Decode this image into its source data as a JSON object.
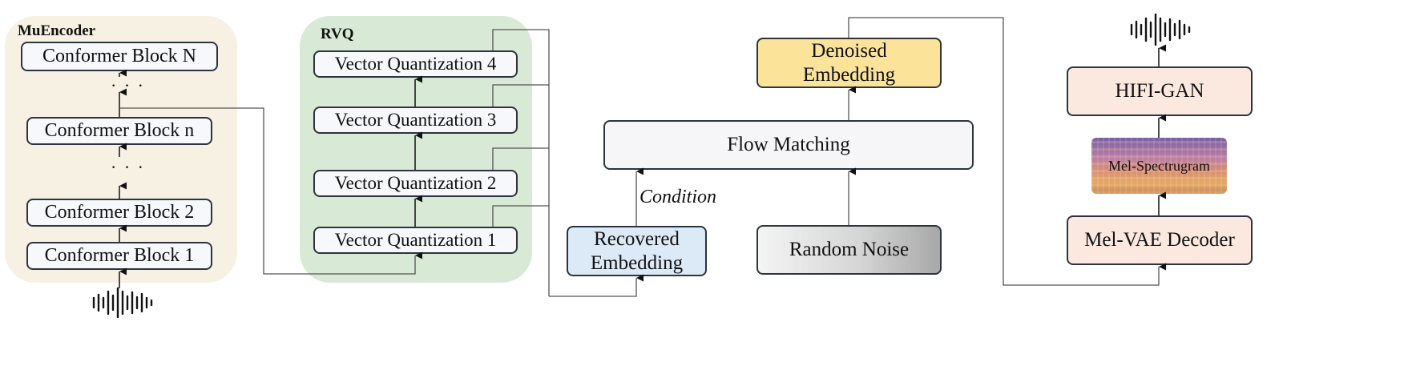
{
  "muencoder": {
    "title": "MuEncoder",
    "blocks": [
      "Conformer Block N",
      "Conformer Block n",
      "Conformer Block 2",
      "Conformer Block 1"
    ],
    "dots": "· · ·"
  },
  "rvq": {
    "title": "RVQ",
    "blocks": [
      "Vector Quantization 4",
      "Vector Quantization 3",
      "Vector Quantization 2",
      "Vector Quantization 1"
    ]
  },
  "flow": {
    "recovered_embedding": "Recovered Embedding",
    "condition_label": "Condition",
    "flow_matching": "Flow Matching",
    "random_noise": "Random Noise",
    "denoised_embedding": "Denoised Embedding"
  },
  "vocoder": {
    "mel_vae_decoder": "Mel-VAE Decoder",
    "mel_spectrogram": "Mel-Spectrugram",
    "hifi_gan": "HIFI-GAN"
  },
  "colors": {
    "muencoder_bg": "#f7f1e4",
    "rvq_bg": "#d8e9d6",
    "recovered_bg": "#dce9f6",
    "denoised_bg": "#fbe39a",
    "decoder_bg": "#fbe9e0",
    "box_border": "#2b3440",
    "connector": "#555555"
  }
}
